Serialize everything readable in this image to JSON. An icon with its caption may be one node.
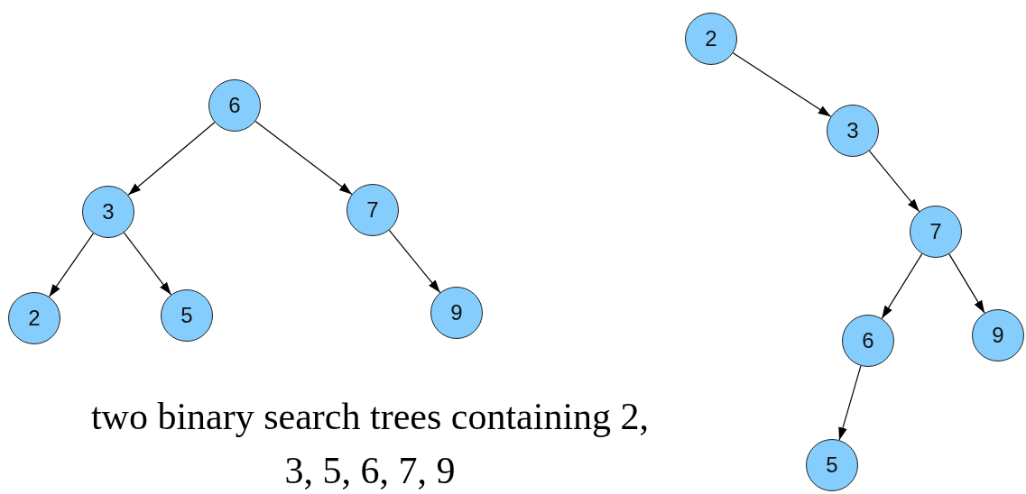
{
  "diagram": {
    "caption": "two binary search trees containing 2, 3, 5, 6, 7, 9",
    "nodes": [
      {
        "text": [
          "6"
        ]
      },
      {
        "text": [
          "3"
        ]
      },
      {
        "text": [
          "7"
        ]
      },
      {
        "text": [
          "2"
        ]
      },
      {
        "text": [
          "5"
        ]
      },
      {
        "text": [
          "9"
        ]
      },
      {
        "text": [
          "2"
        ]
      },
      {
        "text": [
          "3"
        ]
      },
      {
        "text": [
          "7"
        ]
      },
      {
        "text": [
          "6"
        ]
      },
      {
        "text": [
          "9"
        ]
      },
      {
        "text": [
          "5"
        ]
      }
    ],
    "edges": [
      {
        "from": 0,
        "to": 1,
        "arrow": "to"
      },
      {
        "from": 0,
        "to": 2,
        "arrow": "to"
      },
      {
        "from": 1,
        "to": 3,
        "arrow": "to"
      },
      {
        "from": 1,
        "to": 4,
        "arrow": "to"
      },
      {
        "from": 2,
        "to": 5,
        "arrow": "to"
      },
      {
        "from": 6,
        "to": 7,
        "arrow": "to"
      },
      {
        "from": 7,
        "to": 8,
        "arrow": "to"
      },
      {
        "from": 8,
        "to": 9,
        "arrow": "to"
      },
      {
        "from": 8,
        "to": 10,
        "arrow": "to"
      },
      {
        "from": 9,
        "to": 11,
        "arrow": "to"
      }
    ]
  }
}
